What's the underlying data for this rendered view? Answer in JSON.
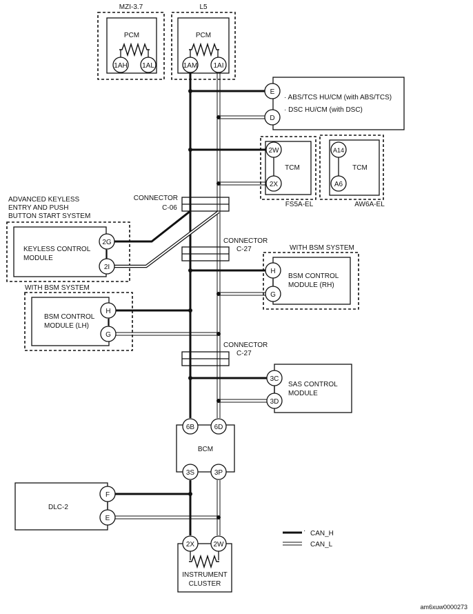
{
  "ecu_variants": {
    "left_label": "MZI-3.7",
    "right_label": "L5",
    "pcm_label": "PCM",
    "left_pins": [
      "1AH",
      "1AL"
    ],
    "right_pins": [
      "1AM",
      "1AI"
    ]
  },
  "abs_box": {
    "pins": [
      "E",
      "D"
    ],
    "line1": "· ABS/TCS HU/CM (with ABS/TCS)",
    "line2": "· DSC HU/CM (with DSC)"
  },
  "tcm_fs5a": {
    "label": "TCM",
    "pins": [
      "2W",
      "2X"
    ],
    "caption": "FS5A-EL"
  },
  "tcm_aw6a": {
    "label": "TCM",
    "pins": [
      "A14",
      "A6"
    ],
    "caption": "AW6A-EL"
  },
  "keyless": {
    "group_title": [
      "ADVANCED KEYLESS",
      "ENTRY AND PUSH",
      "BUTTON START SYSTEM"
    ],
    "module": [
      "KEYLESS CONTROL",
      "MODULE"
    ],
    "pins": [
      "2G",
      "2I"
    ]
  },
  "connector_c06": [
    "CONNECTOR",
    "C-06"
  ],
  "connector_c27_upper": [
    "CONNECTOR",
    "C-27"
  ],
  "connector_c27_lower": [
    "CONNECTOR",
    "C-27"
  ],
  "bsm_rh": {
    "group_title": "WITH BSM SYSTEM",
    "module": [
      "BSM CONTROL",
      "MODULE (RH)"
    ],
    "pins": [
      "H",
      "G"
    ]
  },
  "bsm_lh": {
    "group_title": "WITH BSM SYSTEM",
    "module": [
      "BSM CONTROL",
      "MODULE (LH)"
    ],
    "pins": [
      "H",
      "G"
    ]
  },
  "sas": {
    "module": [
      "SAS CONTROL",
      "MODULE"
    ],
    "pins": [
      "3C",
      "3D"
    ]
  },
  "bcm": {
    "label": "BCM",
    "top_pins": [
      "6B",
      "6D"
    ],
    "bottom_pins": [
      "3S",
      "3P"
    ]
  },
  "dlc": {
    "label": "DLC-2",
    "pins": [
      "F",
      "E"
    ]
  },
  "cluster": {
    "label": [
      "INSTRUMENT",
      "CLUSTER"
    ],
    "pins": [
      "2X",
      "2W"
    ]
  },
  "legend": {
    "can_h": "CAN_H",
    "can_l": "CAN_L",
    "dot": "·"
  },
  "figure_id": "am6xuw0000273"
}
